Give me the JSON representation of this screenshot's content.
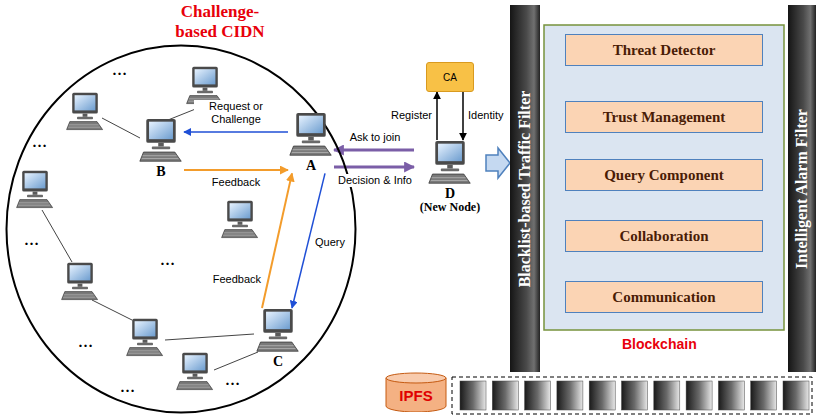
{
  "diagram": {
    "nodes": [
      {
        "text": [
          "Challenge-based CIDN"
        ]
      },
      {
        "text": [
          "B"
        ],
        "in": 0
      },
      {
        "text": [
          "A"
        ],
        "in": 0
      },
      {
        "text": [
          "C"
        ],
        "in": 0
      },
      {
        "text": [
          "CA"
        ]
      },
      {
        "text": [
          "D",
          "(New Node)"
        ]
      },
      {
        "text": [
          "Blacklist-based Traffic Filter"
        ]
      },
      {
        "text": [
          "Threat Detector"
        ]
      },
      {
        "text": [
          "Trust Management"
        ]
      },
      {
        "text": [
          "Query Component"
        ]
      },
      {
        "text": [
          "Collaboration"
        ]
      },
      {
        "text": [
          "Communication"
        ]
      },
      {
        "text": [
          "Intelligent Alarm Filter"
        ]
      },
      {
        "text": [
          "IPFS"
        ]
      }
    ],
    "edges": [
      {
        "from": 2,
        "to": 1,
        "label": "Request or Challenge",
        "arrow": "to"
      },
      {
        "from": 1,
        "to": 2,
        "label": "Feedback",
        "arrow": "to"
      },
      {
        "from": 2,
        "to": 3,
        "label": "Query",
        "arrow": "to"
      },
      {
        "from": 3,
        "to": 2,
        "label": "Feedback",
        "arrow": "to"
      },
      {
        "from": 5,
        "to": 2,
        "label": "Ask to join",
        "arrow": "to"
      },
      {
        "from": 2,
        "to": 5,
        "label": "Decision & Info",
        "arrow": "to"
      },
      {
        "from": 5,
        "to": 4,
        "label": "Register",
        "arrow": "to"
      },
      {
        "from": 4,
        "to": 5,
        "label": "Identity",
        "arrow": "to"
      },
      {
        "from": 5,
        "to": 6,
        "arrow": "to"
      }
    ],
    "labels": [
      "…",
      "…",
      "…",
      "…",
      "…",
      "…",
      "…",
      "Blockchain"
    ]
  }
}
